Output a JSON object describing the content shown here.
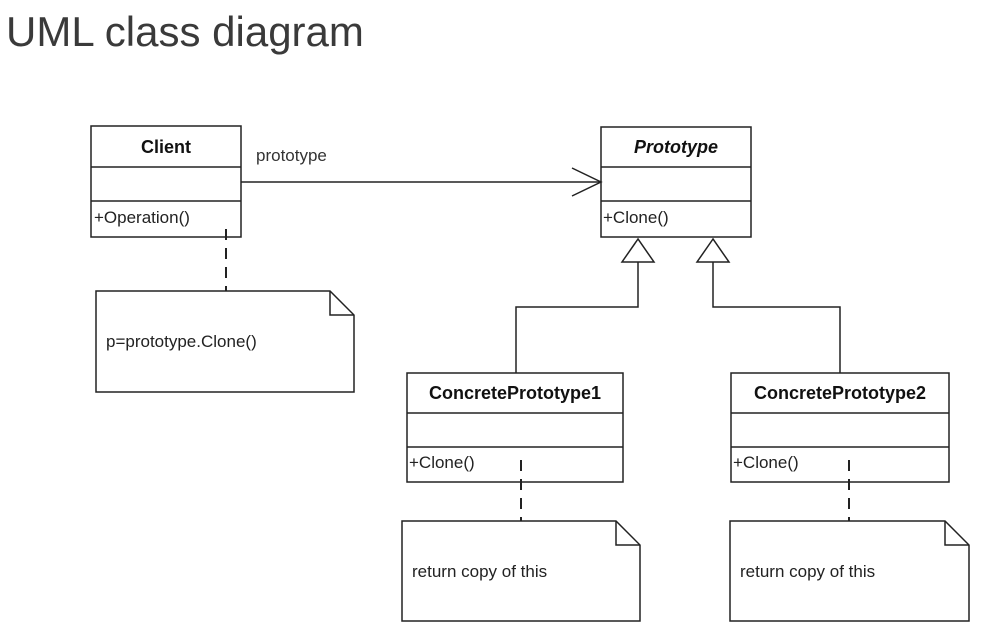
{
  "page": {
    "title": "UML class diagram"
  },
  "classes": {
    "client": {
      "name": "Client",
      "attributes": "",
      "operations": "+Operation()"
    },
    "prototype": {
      "name": "Prototype",
      "abstract": true,
      "attributes": "",
      "operations": "+Clone()"
    },
    "concrete1": {
      "name": "ConcretePrototype1",
      "attributes": "",
      "operations": "+Clone()"
    },
    "concrete2": {
      "name": "ConcretePrototype2",
      "attributes": "",
      "operations": "+Clone()"
    }
  },
  "associations": {
    "client_to_prototype": {
      "label": "prototype"
    }
  },
  "notes": {
    "client_note": "p=prototype.Clone()",
    "concrete1_note": "return copy of this",
    "concrete2_note": "return copy of this"
  }
}
